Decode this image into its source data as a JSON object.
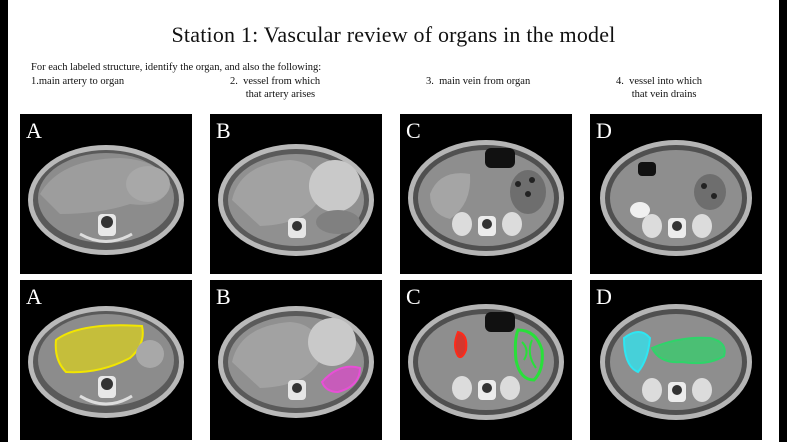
{
  "title": "Station 1:  Vascular review of organs in the model",
  "intro": "For each labeled structure, identify the organ, and also the following:",
  "questions": [
    "1.main artery to organ",
    "2.  vessel from which\n      that artery arises",
    "3.  main vein from organ",
    "4.  vessel into which\n      that vein drains"
  ],
  "panels": {
    "top": [
      {
        "letter": "A"
      },
      {
        "letter": "B"
      },
      {
        "letter": "C"
      },
      {
        "letter": "D"
      }
    ],
    "bottom": [
      {
        "letter": "A",
        "highlight_color": "#f2e600"
      },
      {
        "letter": "B",
        "highlight_color": "#e84fd6"
      },
      {
        "letter": "C",
        "highlight_color": "#ff2a1a",
        "highlight_color_2": "#28e03a"
      },
      {
        "letter": "D",
        "highlight_color": "#2ee6f2",
        "highlight_color_2": "#2fd46a"
      }
    ]
  }
}
